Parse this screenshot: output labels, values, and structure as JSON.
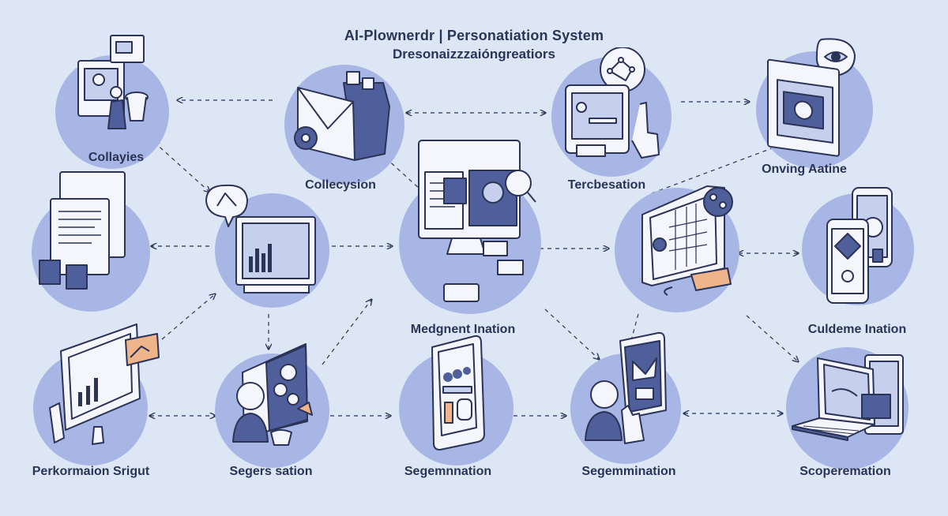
{
  "header": {
    "title": "AI-Plownerdr | Personatiation System",
    "subtitle": "Dresonaizzzaióngreatiors"
  },
  "nodes": [
    {
      "id": "n1",
      "label": "Collayies",
      "icon": "presenter-icon"
    },
    {
      "id": "n2",
      "label": "Collecysion",
      "icon": "envelope-icon"
    },
    {
      "id": "n3",
      "label": "Tercbesation",
      "icon": "touch-screen-icon"
    },
    {
      "id": "n4",
      "label": "Onving Aatine",
      "icon": "browser-eye-icon"
    },
    {
      "id": "n5",
      "label": "",
      "icon": "documents-icon"
    },
    {
      "id": "n6",
      "label": "",
      "icon": "laptop-chart-icon"
    },
    {
      "id": "n7",
      "label": "Medgnent Ination",
      "icon": "monitor-profile-icon"
    },
    {
      "id": "n8",
      "label": "",
      "icon": "data-board-icon"
    },
    {
      "id": "n9",
      "label": "Culdeme Ination",
      "icon": "phones-icon"
    },
    {
      "id": "n10",
      "label": "Perkormaion Srigut",
      "icon": "analytics-monitor-icon"
    },
    {
      "id": "n11",
      "label": "Segers sation",
      "icon": "person-gears-icon"
    },
    {
      "id": "n12",
      "label": "Segemnnation",
      "icon": "smartphone-icon"
    },
    {
      "id": "n13",
      "label": "Segemmination",
      "icon": "person-tablet-icon"
    },
    {
      "id": "n14",
      "label": "Scoperemation",
      "icon": "laptop-devices-icon"
    }
  ],
  "colors": {
    "background": "#dde6f4",
    "circle": "#a7b6e4",
    "device_fill": "#f4f6fb",
    "device_stroke": "#2b3356",
    "screen": "#c6d0ec",
    "accent": "#f0b48a",
    "dark_panel": "#4f5f9c"
  }
}
